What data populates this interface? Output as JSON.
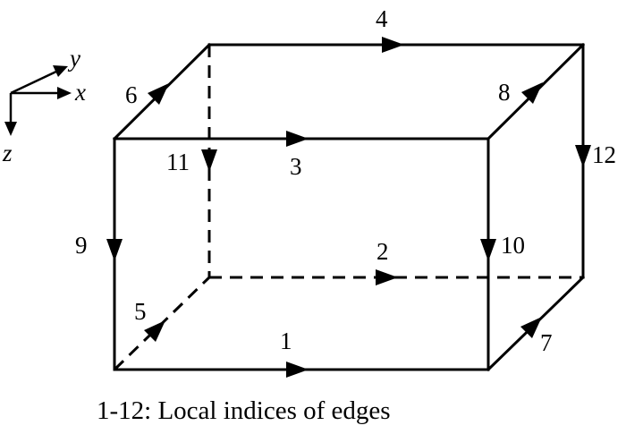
{
  "caption": "1-12: Local indices of edges",
  "axes": {
    "x": "x",
    "y": "y",
    "z": "z"
  },
  "edges": [
    {
      "id": "1",
      "label": "1",
      "style": "solid"
    },
    {
      "id": "2",
      "label": "2",
      "style": "dashed"
    },
    {
      "id": "3",
      "label": "3",
      "style": "solid"
    },
    {
      "id": "4",
      "label": "4",
      "style": "solid"
    },
    {
      "id": "5",
      "label": "5",
      "style": "dashed"
    },
    {
      "id": "6",
      "label": "6",
      "style": "solid"
    },
    {
      "id": "7",
      "label": "7",
      "style": "solid"
    },
    {
      "id": "8",
      "label": "8",
      "style": "solid"
    },
    {
      "id": "9",
      "label": "9",
      "style": "solid"
    },
    {
      "id": "10",
      "label": "10",
      "style": "solid"
    },
    {
      "id": "11",
      "label": "11",
      "style": "dashed"
    },
    {
      "id": "12",
      "label": "12",
      "style": "solid"
    }
  ]
}
